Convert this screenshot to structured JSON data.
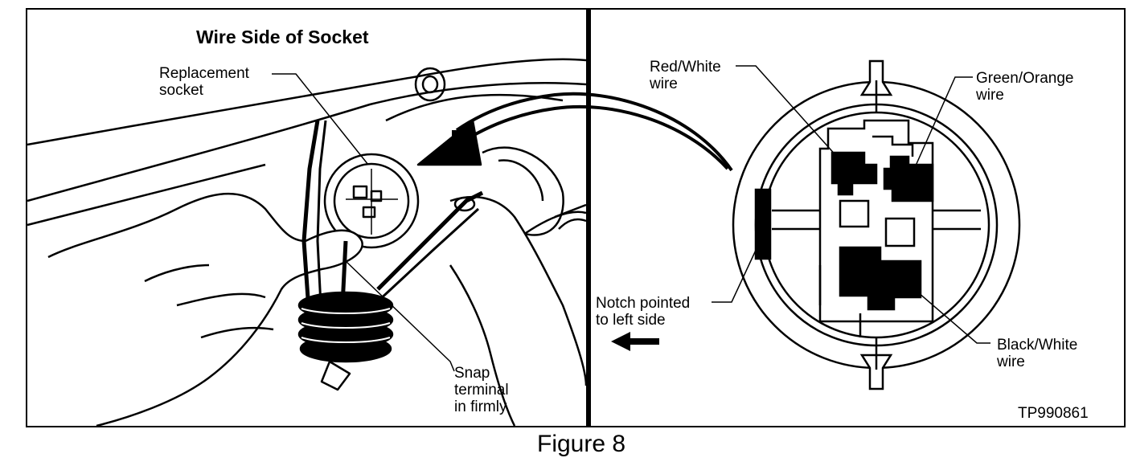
{
  "panel_left": {
    "title": "Wire Side of Socket",
    "replacement_socket": "Replacement\nsocket",
    "snap_terminal": "Snap\nterminal\nin firmly"
  },
  "panel_right": {
    "red_white": "Red/White\nwire",
    "green_orange": "Green/Orange\nwire",
    "notch": "Notch pointed\nto left side",
    "black_white": "Black/White\nwire",
    "code": "TP990861"
  },
  "caption": "Figure 8"
}
